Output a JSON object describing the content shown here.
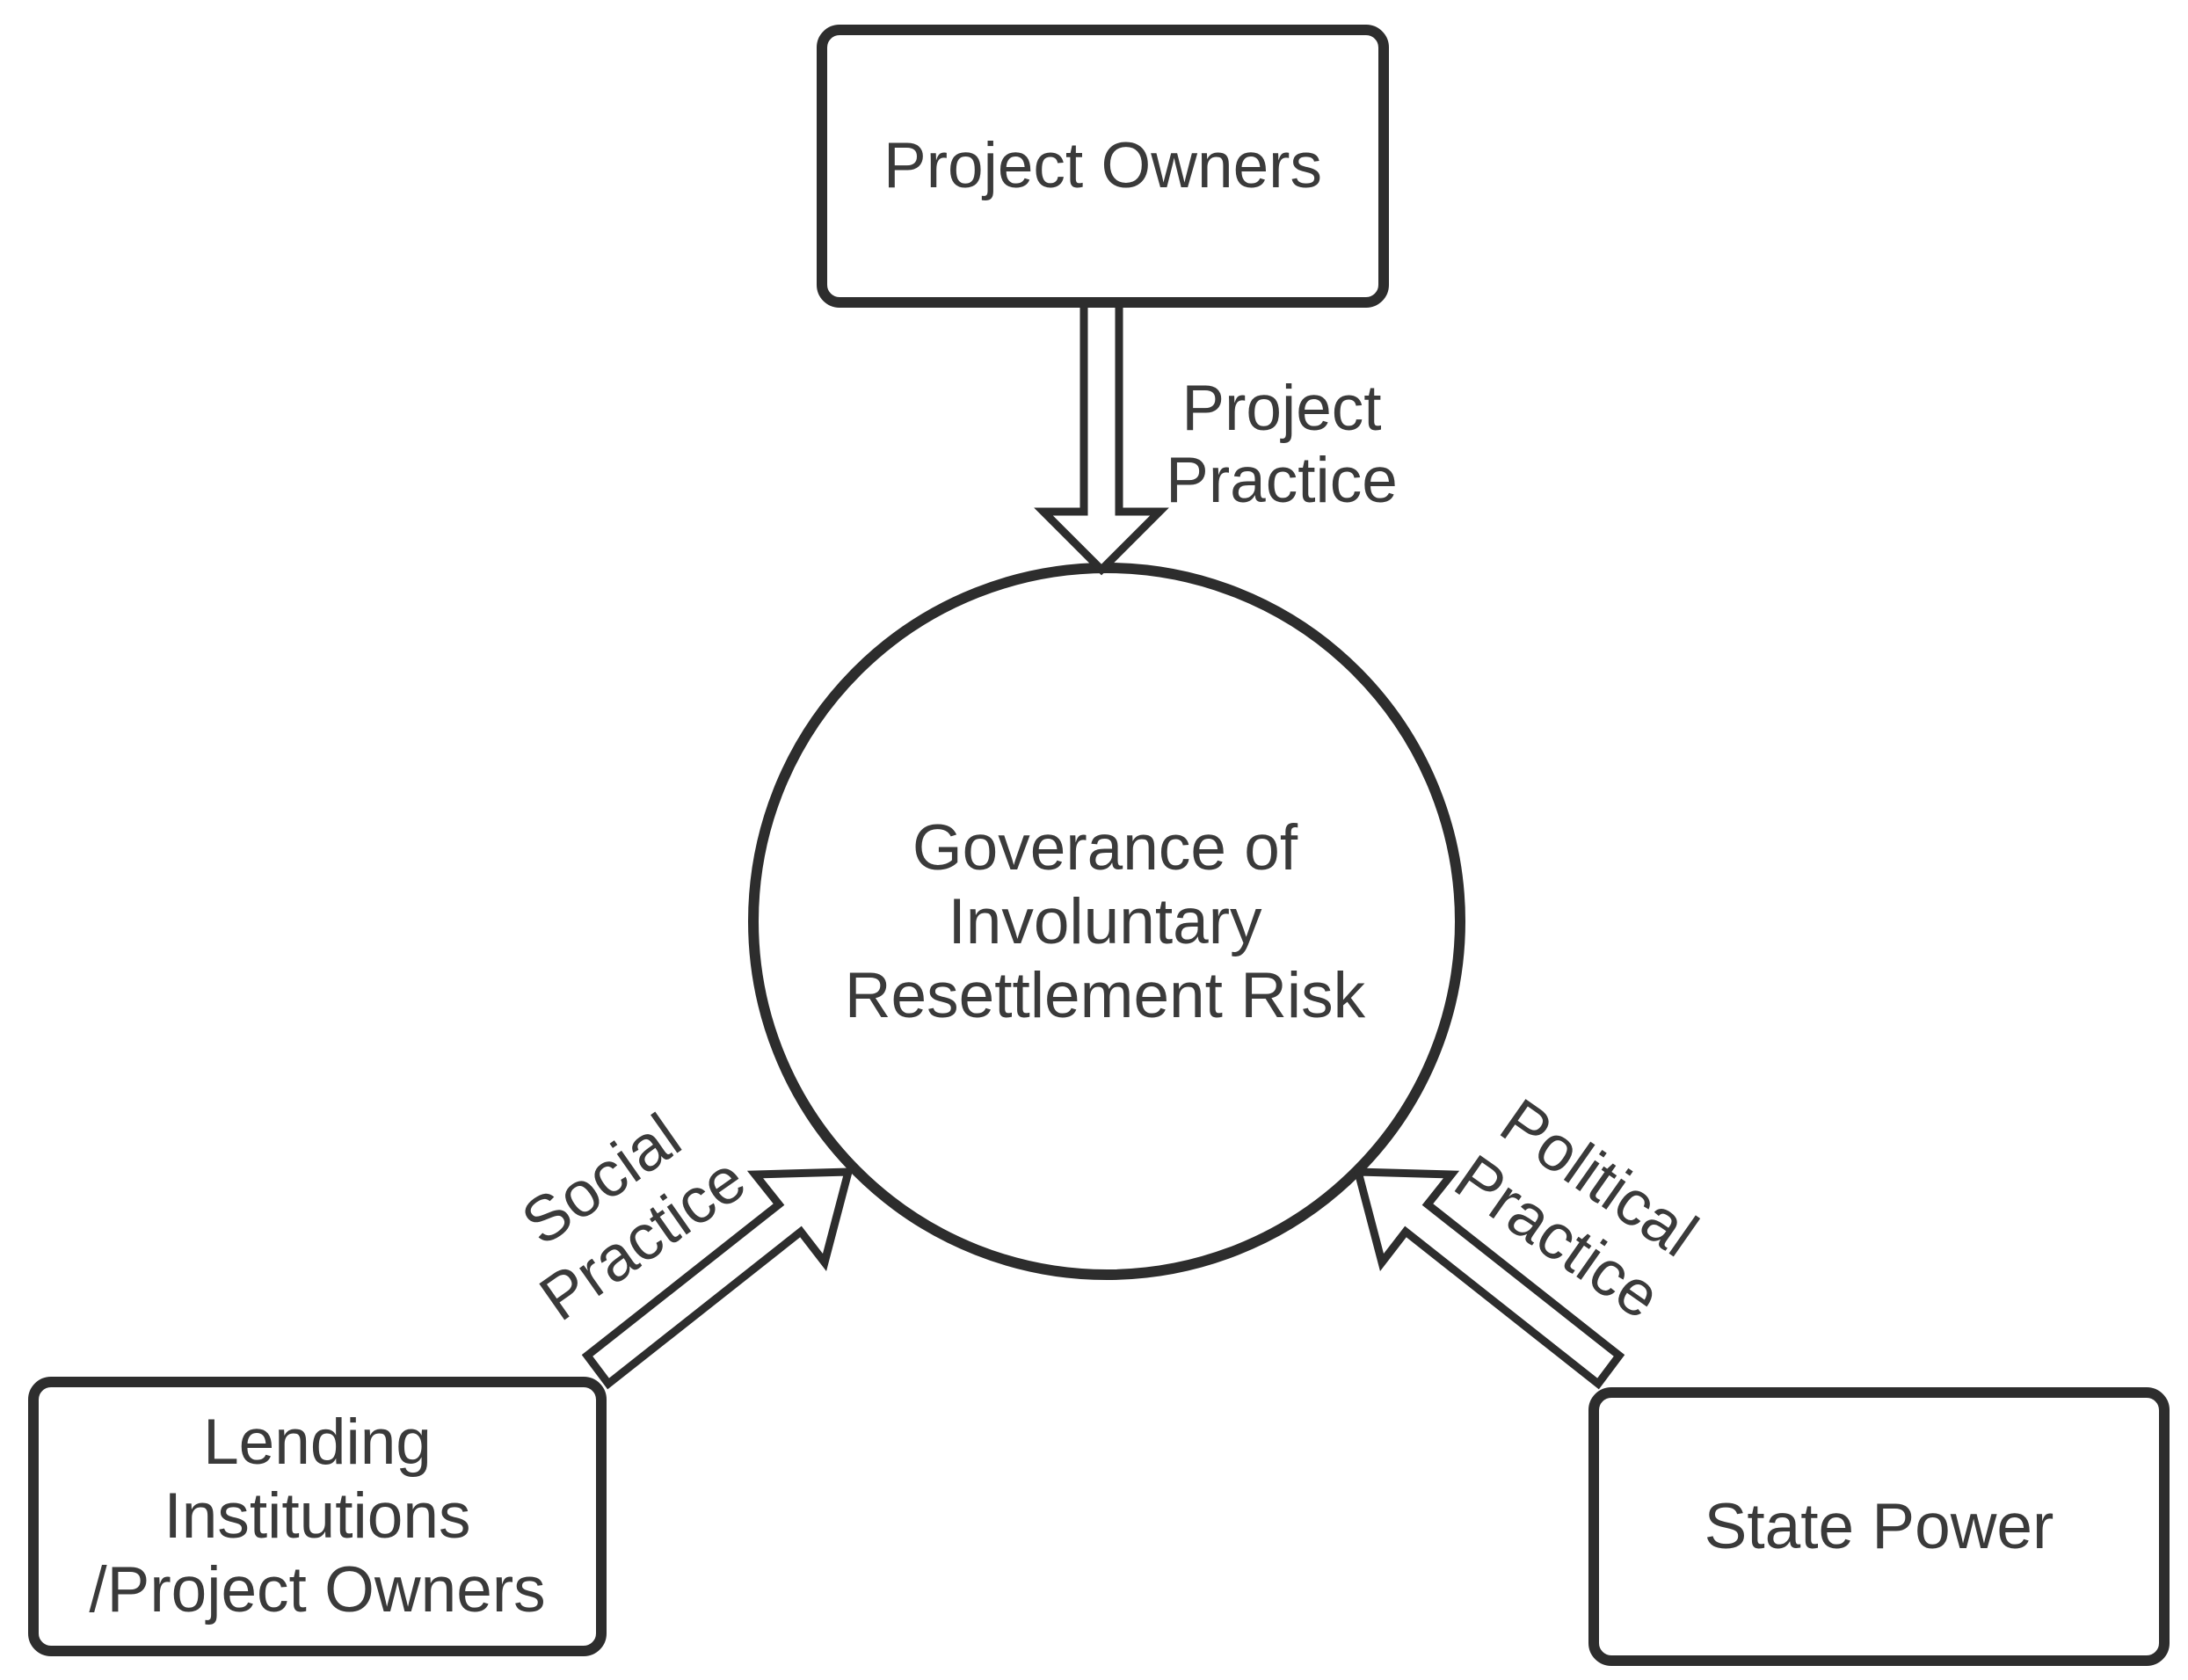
{
  "diagram": {
    "colors": {
      "background": "#ffffff",
      "stroke": "#2d2d2d",
      "text": "#3a3a3a"
    },
    "nodes": {
      "project_owners": {
        "shape": "rounded-rectangle",
        "label": "Project Owners"
      },
      "governance": {
        "shape": "circle",
        "lines": [
          "Goverance of",
          "Involuntary",
          "Resettlement Risk"
        ]
      },
      "lending_institutions": {
        "shape": "rounded-rectangle",
        "lines": [
          "Lending",
          "Institutions",
          "/Project Owners"
        ]
      },
      "state_power": {
        "shape": "rounded-rectangle",
        "label": "State Power"
      }
    },
    "edges": [
      {
        "id": "project-practice",
        "from": "project_owners",
        "to": "governance",
        "direction": "down",
        "lines": [
          "Project",
          "Practice"
        ]
      },
      {
        "id": "social-practice",
        "from": "lending_institutions",
        "to": "governance",
        "direction": "up-right",
        "lines": [
          "Social",
          "Practice"
        ]
      },
      {
        "id": "political-practice",
        "from": "state_power",
        "to": "governance",
        "direction": "up-left",
        "lines": [
          "Political",
          "Practice"
        ]
      }
    ]
  }
}
